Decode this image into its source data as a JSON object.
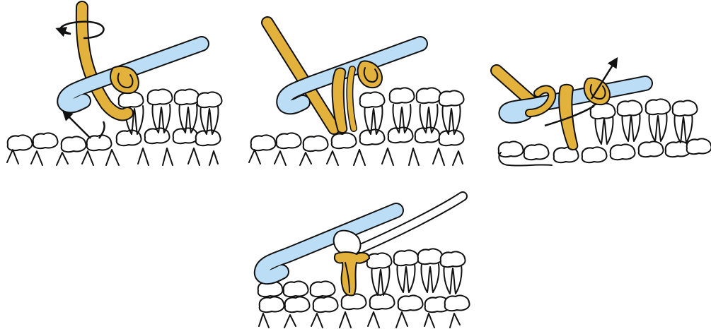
{
  "figure": {
    "panels": [
      {
        "id": "step-1",
        "arrows": [
          "rotate-arrow",
          "insert-arrow"
        ]
      },
      {
        "id": "step-2",
        "arrows": []
      },
      {
        "id": "step-3",
        "arrows": [
          "pull-through-arrow"
        ]
      },
      {
        "id": "step-4",
        "arrows": []
      }
    ]
  },
  "colors": {
    "yarn": "#E3B23C",
    "hook": "#BBDDF5",
    "fabric": "#FFFFFF",
    "outline": "#111111",
    "arrow": "#111111"
  },
  "icons": [
    "crochet-hook",
    "yarn-strand",
    "yarn-loop",
    "rotation-arrow",
    "direction-arrow"
  ]
}
